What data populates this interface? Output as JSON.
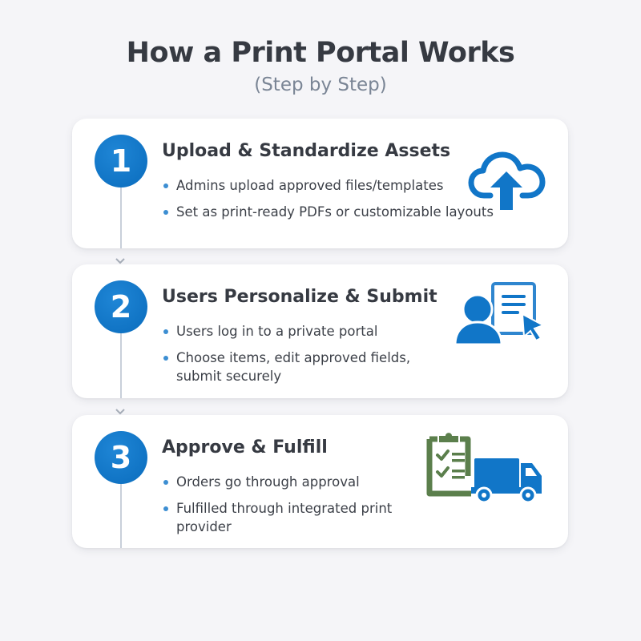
{
  "header": {
    "title": "How a Print Portal Works",
    "subtitle": "(Step by Step)"
  },
  "steps": [
    {
      "number": "1",
      "title": "Upload & Standardize Assets",
      "bullets": [
        "Admins upload approved files/templates",
        "Set as print-ready PDFs or customizable layouts"
      ],
      "icon": "cloud-upload-icon"
    },
    {
      "number": "2",
      "title": "Users Personalize & Submit",
      "bullets": [
        "Users log in to a private portal",
        "Choose items, edit approved fields, submit securely"
      ],
      "icon": "user-document-cursor-icon"
    },
    {
      "number": "3",
      "title": "Approve & Fulfill",
      "bullets": [
        "Orders go through approval",
        "Fulfilled through integrated print provider"
      ],
      "icon": "checklist-truck-icon"
    }
  ],
  "colors": {
    "accent_blue": "#0a6cbd",
    "icon_blue": "#1176c8",
    "icon_green": "#5b7f4c",
    "title_text": "#363a42",
    "subtitle_text": "#7a8595",
    "background": "#f5f5f8"
  }
}
